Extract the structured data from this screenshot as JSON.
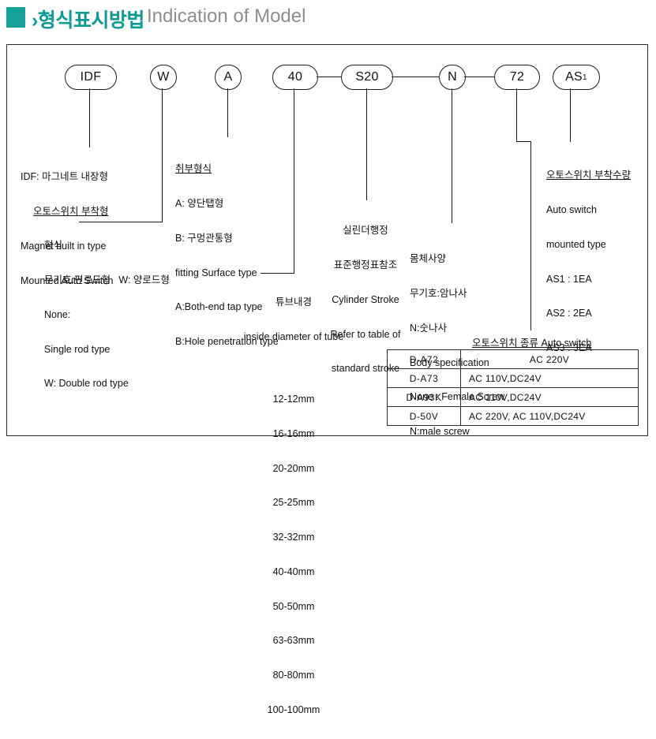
{
  "header": {
    "square_color": "#13a19a",
    "korean_title": "›형식표시방법",
    "english_title": "Indication of Model"
  },
  "model_code": {
    "segments": [
      {
        "id": "idf",
        "label": "IDF"
      },
      {
        "id": "w",
        "label": "W"
      },
      {
        "id": "a",
        "label": "A"
      },
      {
        "id": "bore",
        "label": "40"
      },
      {
        "id": "stroke",
        "label": "S20"
      },
      {
        "id": "n",
        "label": "N"
      },
      {
        "id": "seventytwo",
        "label": "72"
      },
      {
        "id": "as1",
        "label": "AS",
        "subscript": "1"
      }
    ]
  },
  "callouts": {
    "idf": {
      "line1": "IDF: 마그네트 내장형",
      "line2": "오토스위치 부착형",
      "line3": "Magnet built in type",
      "line4": "Mounted Auto Switch"
    },
    "rod_type": {
      "title": "형식",
      "line1": "무기호:편로드형   W: 양로드형",
      "line2": "None:",
      "line3": "Single rod type",
      "line4": "W: Double rod type"
    },
    "fitting": {
      "title": "취부형식",
      "line1": "A: 양단탭형",
      "line2": "B: 구멍관통형",
      "line3": "fitting Surface type",
      "line4": "A:Both-end tap type",
      "line5": "B:Hole penetration type"
    },
    "tube": {
      "title": "튜브내경",
      "subtitle": "inside diameter of tube",
      "sizes": [
        "12-12mm",
        "16-16mm",
        "20-20mm",
        "25-25mm",
        "32-32mm",
        "40-40mm",
        "50-50mm",
        "63-63mm",
        "80-80mm",
        "100-100mm"
      ]
    },
    "cylinder_stroke": {
      "line1": "실린더행정",
      "line2": "표준행정표참조",
      "line3": "Cylinder Stroke",
      "line4": "Refer to table of",
      "line5": "standard stroke"
    },
    "body_spec": {
      "line1": "몸체사양",
      "line2": "무기호:암나사",
      "line3": "N:숫나사",
      "line4": "Body specification",
      "line5": "None : Female Screw",
      "line6": "N:male screw"
    },
    "auto_switch_qty": {
      "title": "오토스위치 부착수량",
      "line1": "Auto switch",
      "line2": "mounted type",
      "line3": "AS1 : 1EA",
      "line4": "AS2 : 2EA",
      "line5": "AS3 : 3EA"
    }
  },
  "switch_table": {
    "title": "오토스위치 종류 Auto switch",
    "rows": [
      {
        "model": "D-A72",
        "voltage": "AC 220V",
        "align": "center"
      },
      {
        "model": "D-A73",
        "voltage": "AC 110V,DC24V",
        "align": "left"
      },
      {
        "model": "D-A93K",
        "voltage": "AC 110V,DC24V",
        "align": "left"
      },
      {
        "model": "D-50V",
        "voltage": "AC 220V, AC 110V,DC24V",
        "align": "left"
      }
    ]
  }
}
